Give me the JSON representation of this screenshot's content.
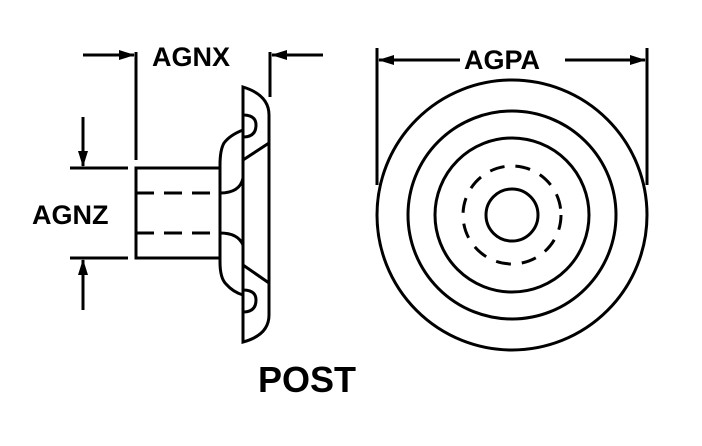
{
  "labels": {
    "width_dim": "AGNX",
    "height_dim": "AGNZ",
    "diameter_dim": "AGPA",
    "title": "POST"
  },
  "colors": {
    "line": "#000000",
    "background": "#ffffff"
  }
}
